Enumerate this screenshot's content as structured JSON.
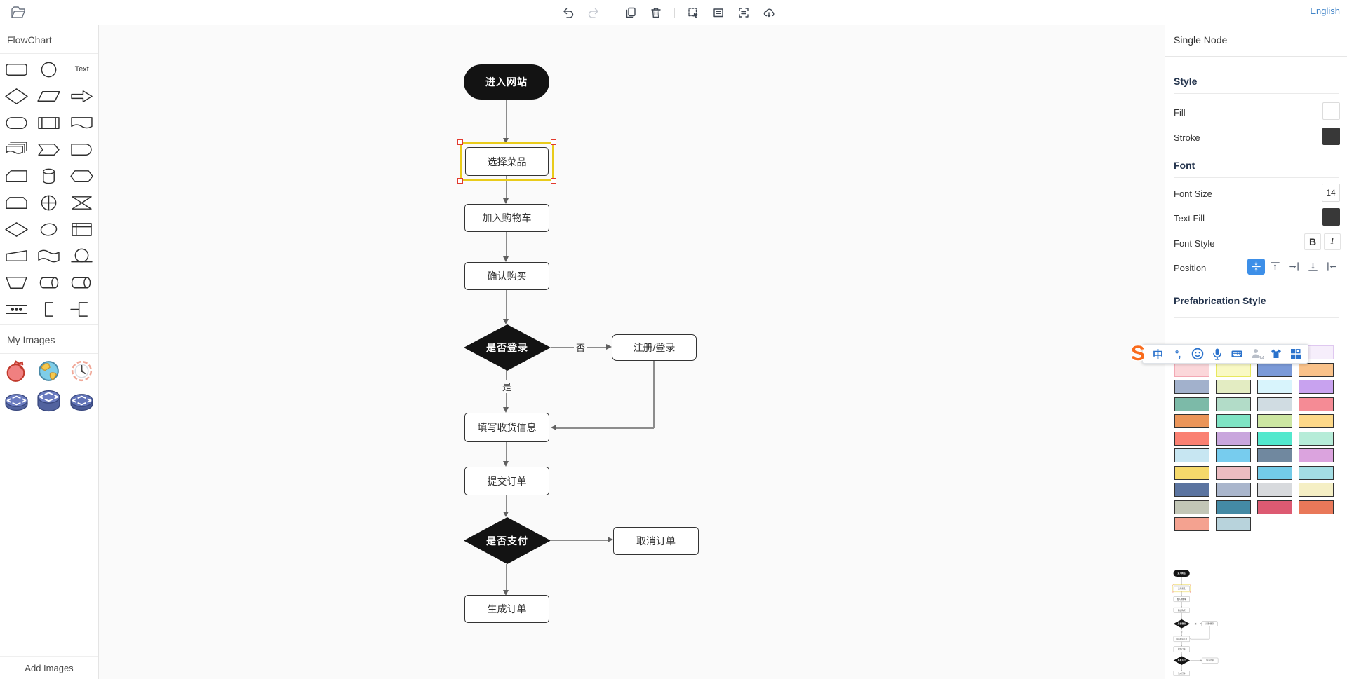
{
  "topbar": {
    "language_label": "English",
    "icons": [
      "folder",
      "undo",
      "redo",
      "copy",
      "delete",
      "marquee-select",
      "fit-view",
      "screenshot-region",
      "cloud-download"
    ]
  },
  "sidebar": {
    "flowchart_title": "FlowChart",
    "text_shape_label": "Text",
    "shapes": [
      "rounded-rectangle",
      "circle",
      "text",
      "diamond",
      "parallelogram",
      "arrow-right",
      "stadium",
      "predefined-process",
      "document",
      "multi-document",
      "chevron",
      "delay",
      "card",
      "cylinder",
      "hexagon",
      "beveled-rectangle",
      "circle-cross",
      "collate",
      "flat-diamond",
      "ellipse",
      "internal-storage",
      "manual-operation",
      "flag",
      "stored-data",
      "trapezoid",
      "horizontal-cylinder",
      "direct-access-storage",
      "dots-separator",
      "bracket-left",
      "junction"
    ],
    "my_images_title": "My Images",
    "images": [
      "pomegranate",
      "globe",
      "clock",
      "router",
      "router-stack",
      "router-alt"
    ],
    "add_images_label": "Add Images"
  },
  "flowchart": {
    "nodes": [
      {
        "label": "进入网站",
        "type": "terminal"
      },
      {
        "label": "选择菜品",
        "type": "process",
        "selected": true
      },
      {
        "label": "加入购物车",
        "type": "process"
      },
      {
        "label": "确认购买",
        "type": "process"
      },
      {
        "label": "是否登录",
        "type": "decision"
      },
      {
        "label": "注册/登录",
        "type": "process"
      },
      {
        "label": "填写收货信息",
        "type": "process"
      },
      {
        "label": "提交订单",
        "type": "process"
      },
      {
        "label": "是否支付",
        "type": "decision"
      },
      {
        "label": "取消订单",
        "type": "process"
      },
      {
        "label": "生成订单",
        "type": "process"
      }
    ],
    "edges": {
      "no_label": "否",
      "yes_label": "是"
    },
    "colors": {
      "node_fill": "#ffffff",
      "node_stroke": "#333333",
      "dark_fill": "#131313",
      "edge": "#8c8c8c",
      "selection": "#e9cb1a",
      "handle": "#e23a2e"
    }
  },
  "panel": {
    "title": "Single Node",
    "style": {
      "heading": "Style",
      "fill_label": "Fill",
      "fill_value": "#ffffff",
      "stroke_label": "Stroke",
      "stroke_value": "#383838"
    },
    "font": {
      "heading": "Font",
      "size_label": "Font Size",
      "size_value": "14",
      "text_fill_label": "Text Fill",
      "text_fill_value": "#383838",
      "style_label": "Font Style",
      "bold_label": "B",
      "italic_label": "I",
      "position_label": "Position",
      "position_icons": [
        "align-vertical-center",
        "align-top",
        "align-right",
        "align-bottom",
        "align-left"
      ],
      "position_active": 0,
      "accent": "#3d8fe8"
    },
    "prefab": {
      "heading": "Prefabrication Style",
      "swatches": [
        {
          "fill": "#e6f9f2",
          "border": "#b9e7d8"
        },
        {
          "fill": "#e3f2fb",
          "border": "#badef2"
        },
        {
          "fill": "#fdf4e3",
          "border": "#f3d9a5"
        },
        {
          "fill": "#f6eefb",
          "border": "#dfc8f0"
        },
        {
          "fill": "#fbd7da",
          "border": "#f3a8b4"
        },
        {
          "fill": "#f9f9c4",
          "border": "#e8e85e"
        },
        {
          "fill": "#7b9ad8",
          "border": "#333333"
        },
        {
          "fill": "#f9c28a",
          "border": "#333333"
        },
        {
          "fill": "#a2b1cc",
          "border": "#333333"
        },
        {
          "fill": "#e3ecc2",
          "border": "#333333"
        },
        {
          "fill": "#d8f4fc",
          "border": "#333333"
        },
        {
          "fill": "#c8a2ef",
          "border": "#333333"
        },
        {
          "fill": "#7cbaa8",
          "border": "#333333"
        },
        {
          "fill": "#b2dcc8",
          "border": "#333333"
        },
        {
          "fill": "#d0dce2",
          "border": "#333333"
        },
        {
          "fill": "#f58b95",
          "border": "#333333"
        },
        {
          "fill": "#eb9559",
          "border": "#333333"
        },
        {
          "fill": "#7fe3c4",
          "border": "#333333"
        },
        {
          "fill": "#cce6a2",
          "border": "#333333"
        },
        {
          "fill": "#fdd889",
          "border": "#333333"
        },
        {
          "fill": "#fa8072",
          "border": "#333333"
        },
        {
          "fill": "#c9a6dd",
          "border": "#333333"
        },
        {
          "fill": "#52e8cd",
          "border": "#333333"
        },
        {
          "fill": "#b6ecd8",
          "border": "#333333"
        },
        {
          "fill": "#c7e6f2",
          "border": "#333333"
        },
        {
          "fill": "#77ccee",
          "border": "#333333"
        },
        {
          "fill": "#70889f",
          "border": "#333333"
        },
        {
          "fill": "#dba3de",
          "border": "#333333"
        },
        {
          "fill": "#f5d96b",
          "border": "#333333"
        },
        {
          "fill": "#ecbcc1",
          "border": "#333333"
        },
        {
          "fill": "#73cbe8",
          "border": "#333333"
        },
        {
          "fill": "#a3dde4",
          "border": "#333333"
        },
        {
          "fill": "#5b74a0",
          "border": "#333333"
        },
        {
          "fill": "#aab6cc",
          "border": "#333333"
        },
        {
          "fill": "#d8dadd",
          "border": "#333333"
        },
        {
          "fill": "#f5efc5",
          "border": "#333333"
        },
        {
          "fill": "#c2c6b6",
          "border": "#333333"
        },
        {
          "fill": "#448aa5",
          "border": "#333333"
        },
        {
          "fill": "#dd5a72",
          "border": "#333333"
        },
        {
          "fill": "#e97859",
          "border": "#333333"
        },
        {
          "fill": "#f4a290",
          "border": "#333333"
        },
        {
          "fill": "#b8d3dc",
          "border": "#333333"
        }
      ]
    }
  },
  "ime": {
    "chinese_label": "中",
    "punct_label": "°,",
    "badge": "14",
    "icons": [
      "sogou-logo",
      "chinese-mode",
      "punctuation",
      "emoji",
      "microphone",
      "keyboard",
      "person",
      "skin",
      "panel-grid"
    ],
    "accent": "#2a72cc",
    "logo_color": "#f96b1c"
  }
}
